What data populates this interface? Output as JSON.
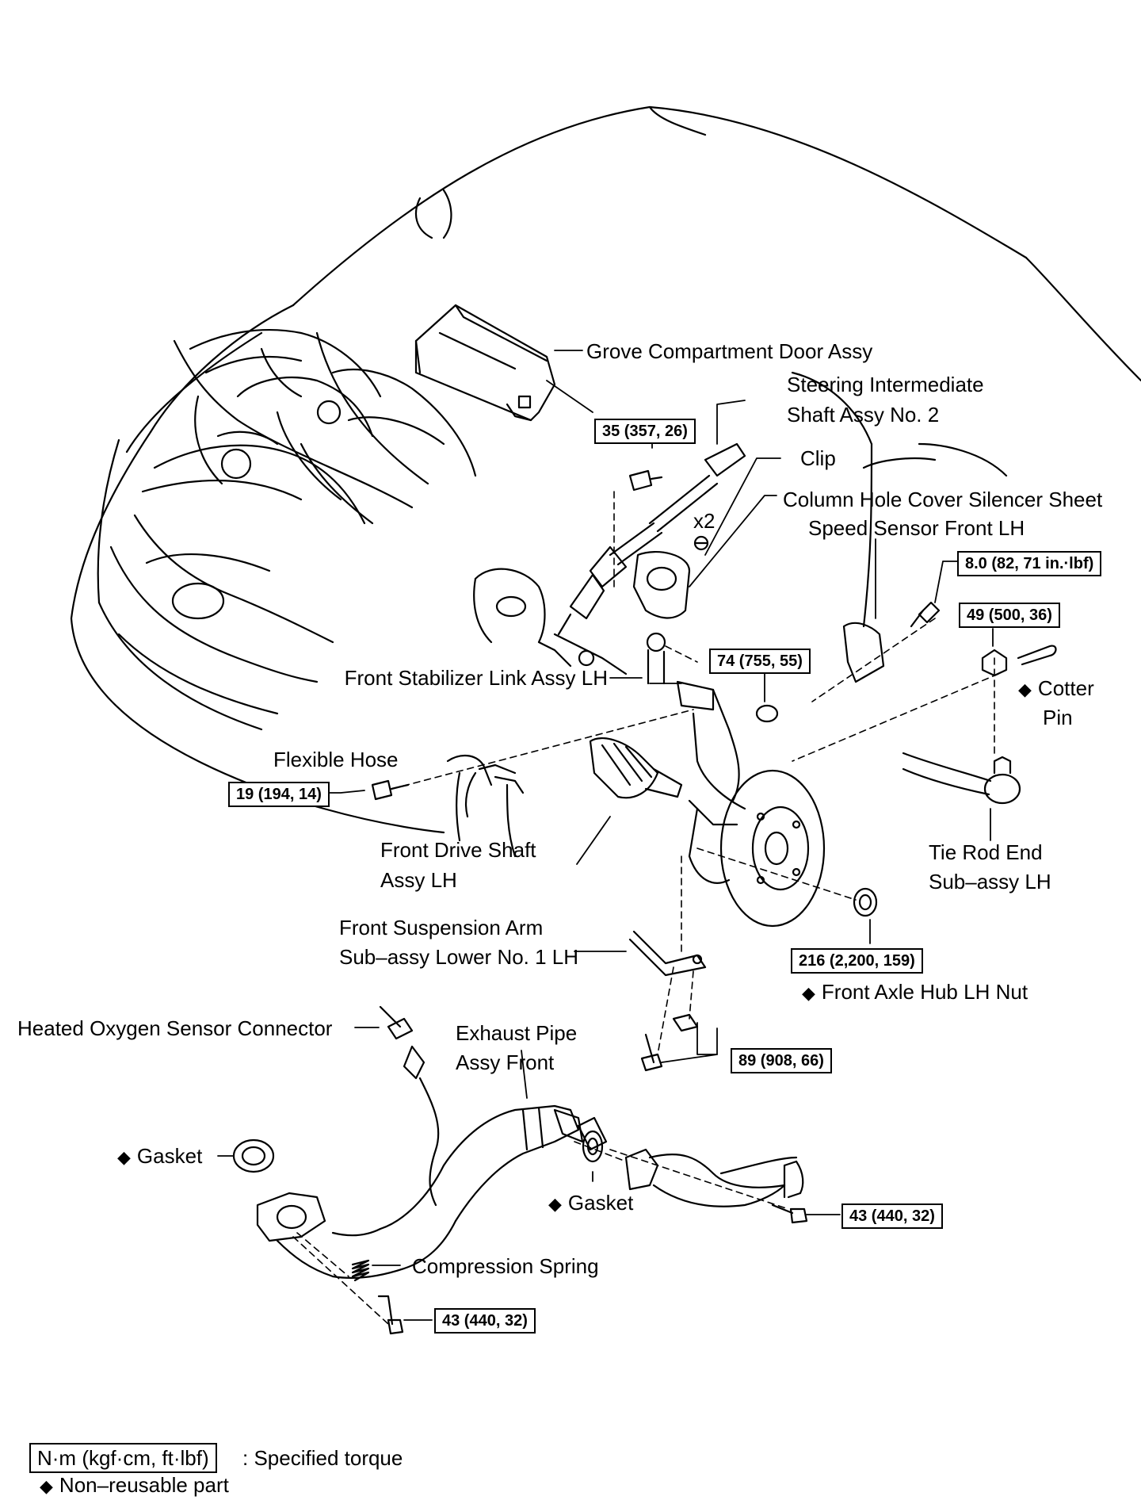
{
  "labels": {
    "glove_compartment_door": "Grove Compartment Door Assy",
    "steering_shaft_line1": "Steering Intermediate",
    "steering_shaft_line2": "Shaft Assy No. 2",
    "clip": "Clip",
    "x2": "x2",
    "column_hole_cover": "Column Hole Cover Silencer Sheet",
    "speed_sensor": "Speed Sensor Front LH",
    "cotter_pin_line1": "Cotter",
    "cotter_pin_line2": "Pin",
    "front_stabilizer_link": "Front Stabilizer Link Assy LH",
    "flexible_hose": "Flexible Hose",
    "front_drive_shaft_line1": "Front Drive Shaft",
    "front_drive_shaft_line2": "Assy LH",
    "tie_rod_end_line1": "Tie Rod End",
    "tie_rod_end_line2": "Sub–assy LH",
    "front_suspension_arm_line1": "Front Suspension Arm",
    "front_suspension_arm_line2": "Sub–assy Lower No. 1 LH",
    "front_axle_hub_nut": "Front Axle Hub LH Nut",
    "heated_oxygen_sensor": "Heated Oxygen Sensor Connector",
    "exhaust_pipe_line1": "Exhaust Pipe",
    "exhaust_pipe_line2": "Assy Front",
    "gasket_left": "Gasket",
    "gasket_right": "Gasket",
    "compression_spring": "Compression Spring"
  },
  "torques": {
    "t_35": "35 (357, 26)",
    "t_8": "8.0 (82, 71 in.·lbf)",
    "t_49": "49 (500, 36)",
    "t_74": "74 (755, 55)",
    "t_19": "19 (194, 14)",
    "t_216": "216 (2,200, 159)",
    "t_89": "89 (908, 66)",
    "t_43_right": "43 (440, 32)",
    "t_43_bottom": "43 (440, 32)"
  },
  "legend": {
    "torque_box": "N·m (kgf·cm, ft·lbf)",
    "torque_text": ": Specified torque",
    "nonreusable_symbol": "◆",
    "nonreusable_text": "Non–reusable part"
  }
}
